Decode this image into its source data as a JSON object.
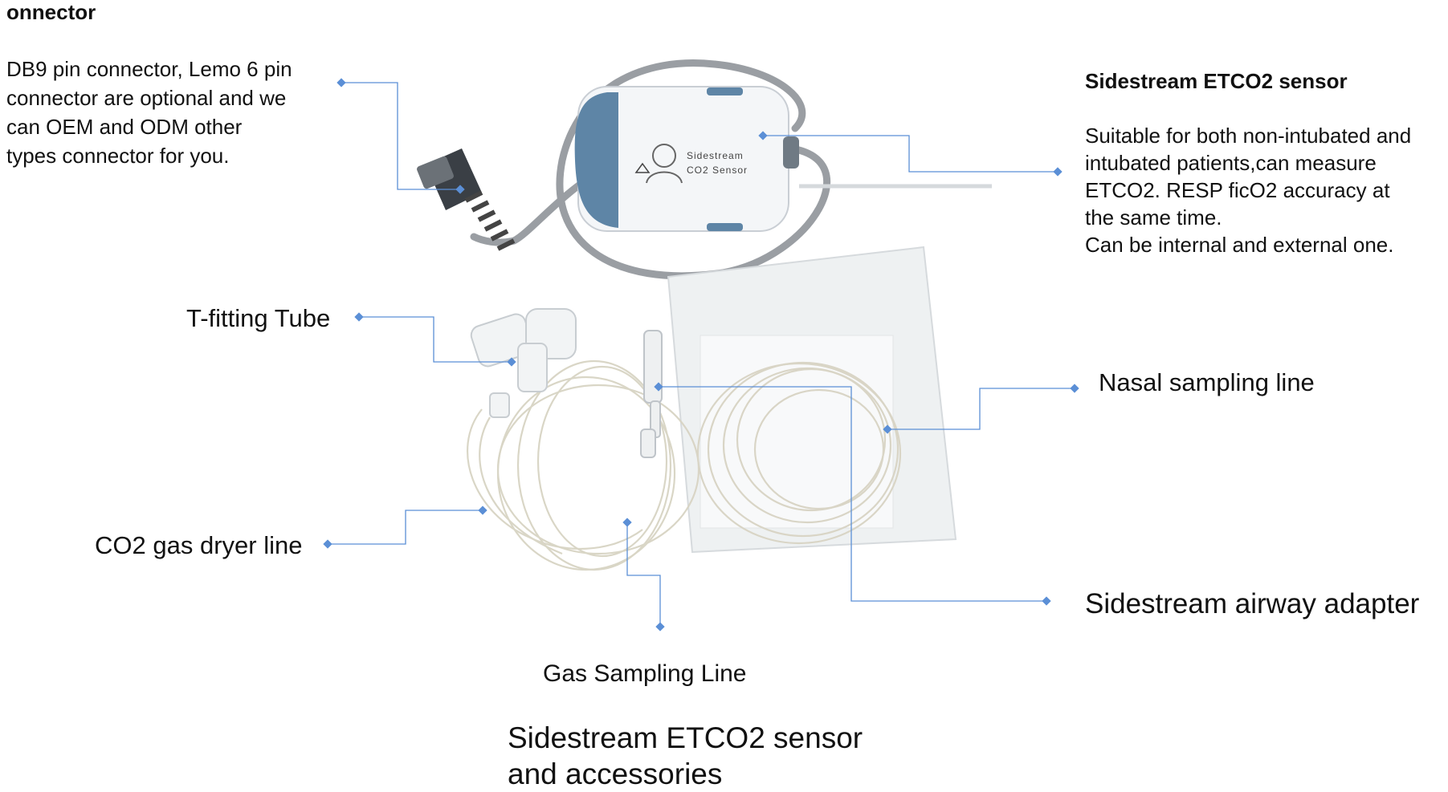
{
  "labels": {
    "connector_title": "onnector",
    "connector_body": "DB9 pin connector, Lemo 6 pin\nconnector are optional and we\ncan OEM and ODM other\ntypes connector for you.",
    "sensor_title": "Sidestream ETCO2 sensor",
    "sensor_body": "Suitable for both non-intubated and\nintubated patients,can measure\nETCO2. RESP ficO2 accuracy at\nthe same time.\nCan be internal and external one.",
    "t_fitting": "T-fitting Tube",
    "nasal_line": "Nasal sampling line",
    "dryer_line": "CO2 gas dryer line",
    "airway_adapter": "Sidestream airway adapter",
    "gas_line": "Gas Sampling Line",
    "caption": "Sidestream ETCO2 sensor\n and accessories"
  },
  "device_text": {
    "line1": "Sidestream",
    "line2": "CO2 Sensor"
  },
  "colors": {
    "callout": "#5b8fd6",
    "sensor_body": "#f4f6f8",
    "sensor_end": "#5e85a6",
    "cable": "#8e9398",
    "tubing": "#d8d4c4"
  }
}
